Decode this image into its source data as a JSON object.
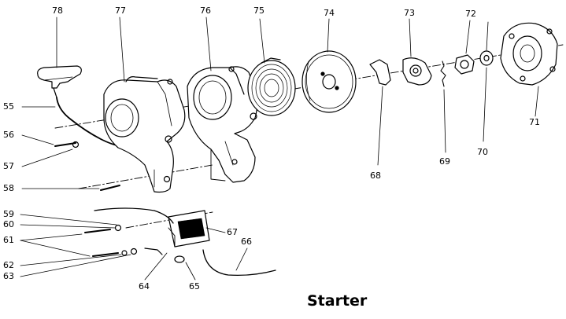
{
  "caption": "Starter",
  "callouts": {
    "n55": "55",
    "n56": "56",
    "n57": "57",
    "n58": "58",
    "n59": "59",
    "n60": "60",
    "n61": "61",
    "n62": "62",
    "n63": "63",
    "n64": "64",
    "n65": "65",
    "n66": "66",
    "n67": "67",
    "n68": "68",
    "n69": "69",
    "n70": "70",
    "n71": "71",
    "n72": "72",
    "n73": "73",
    "n74": "74",
    "n75": "75",
    "n76": "76",
    "n77": "77",
    "n78": "78"
  },
  "colors": {
    "ink": "#000000",
    "paper": "#ffffff"
  }
}
